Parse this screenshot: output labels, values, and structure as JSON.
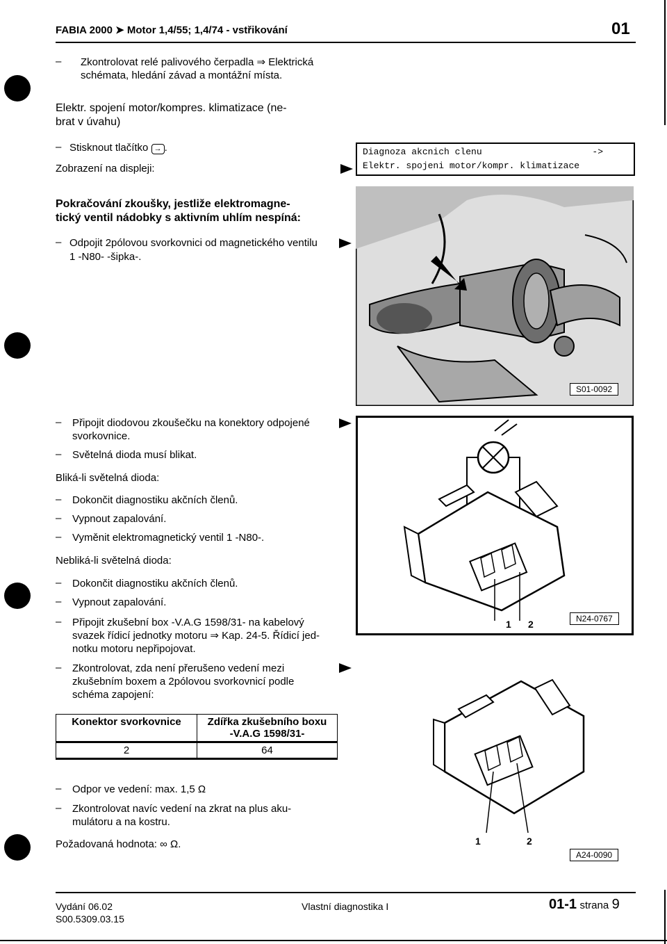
{
  "header": {
    "title": "FABIA 2000 ➤ Motor 1,4/55; 1,4/74 - vstřikování",
    "chapter": "01"
  },
  "intro": {
    "item1": "Zkontrolovat relé palivového čerpadla ⇒ Elektrická",
    "item1b": "schémata, hledání závad a montážní místa.",
    "heading1": "Elektr. spojení motor/kompres. klimatizace (ne-",
    "heading1b": "brat v úvahu)",
    "item2": "Stisknout tlačítko",
    "item2_key": "→",
    "display_label": "Zobrazení na displeji:"
  },
  "display": {
    "line1": "Diagnoza akcnich clenu",
    "line1_arrow": "->",
    "line2": "Elektr. spojeni motor/kompr. klimatizace"
  },
  "section2": {
    "heading_a": "Pokračování zkoušky, jestliže elektromagne-",
    "heading_b": "tický ventil nádobky s aktivním uhlím nespíná:",
    "item1a": "Odpojit 2pólovou svorkovnici od magnetického ventilu",
    "item1b": "1 -N80- -šipka-."
  },
  "photo1": {
    "label": "S01-0092"
  },
  "section3": {
    "item1a": "Připojit diodovou zkoušečku na konektory odpojené",
    "item1b": "svorkovnice.",
    "item2": "Světelná dioda musí blikat.",
    "if_blink": "Bliká-li světelná dioda:",
    "b1": "Dokončit diagnostiku akčních členů.",
    "b2": "Vypnout zapalování.",
    "b3": "Vyměnit elektromagnetický ventil 1 -N80-.",
    "if_noblink": "Nebliká-li světelná dioda:",
    "n1": "Dokončit diagnostiku akčních členů.",
    "n2": "Vypnout zapalování.",
    "n3a": "Připojit zkušební box -V.A.G 1598/31- na kabelový",
    "n3b": "svazek řídicí jednotky motoru ⇒ Kap. 24-5. Řídicí jed-",
    "n3c": "notku motoru nepřipojovat.",
    "n4a": "Zkontrolovat, zda není přerušeno vedení mezi",
    "n4b": "zkušebním boxem a 2pólovou svorkovnicí podle",
    "n4c": "schéma zapojení:"
  },
  "fig2": {
    "label": "N24-0767",
    "pin1": "1",
    "pin2": "2"
  },
  "table": {
    "h1": "Konektor svorkovnice",
    "h2a": "Zdířka zkušebního boxu",
    "h2b": "-V.A.G 1598/31-",
    "c1": "2",
    "c2": "64"
  },
  "section4": {
    "r1": "Odpor ve vedení: max. 1,5 Ω",
    "r2a": "Zkontrolovat navíc vedení na zkrat na plus aku-",
    "r2b": "mulátoru a na kostru.",
    "req": "Požadovaná hodnota: ∞ Ω."
  },
  "fig3": {
    "label": "A24-0090",
    "pin1": "1",
    "pin2": "2"
  },
  "footer": {
    "edition": "Vydání 06.02",
    "code": "S00.5309.03.15",
    "center": "Vlastní diagnostika I",
    "page_ref": "01-1",
    "page_word": "strana",
    "page_num": "9"
  }
}
